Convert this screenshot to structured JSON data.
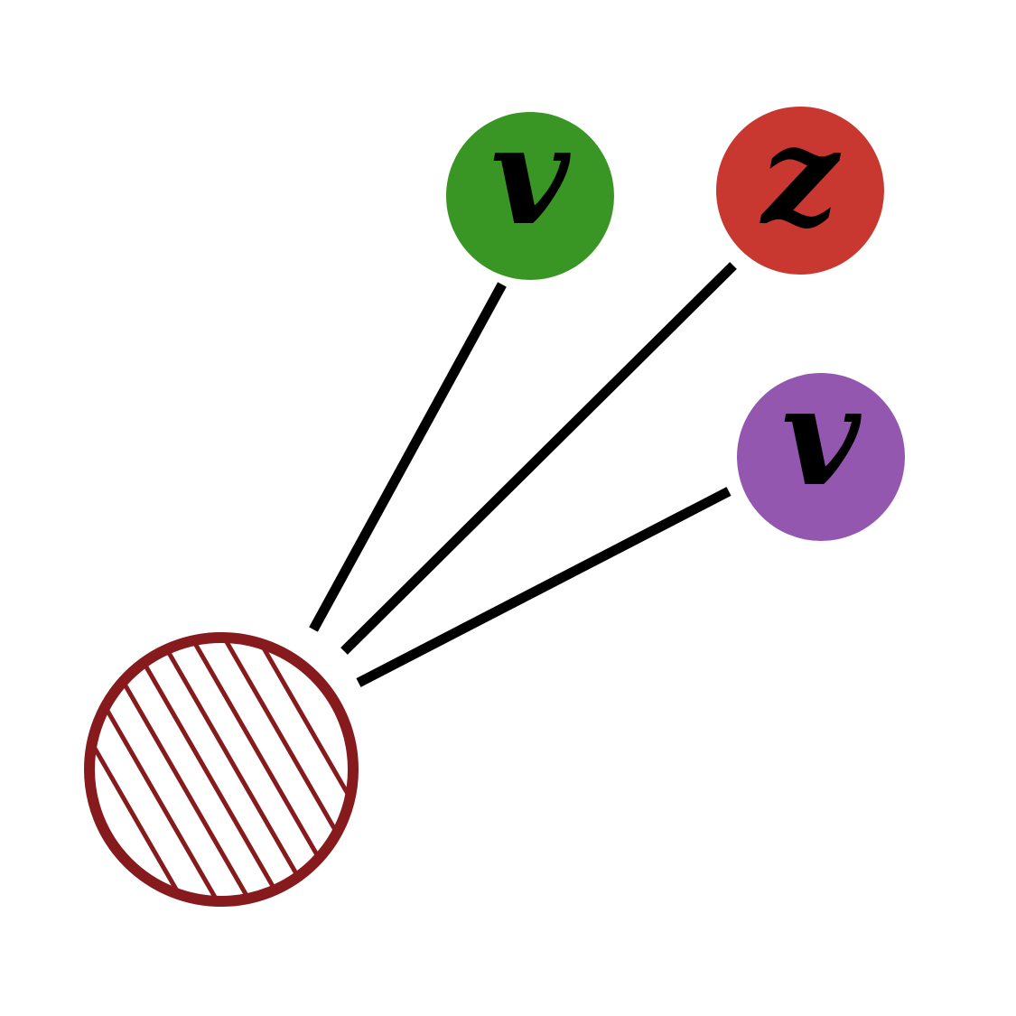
{
  "diagram": {
    "source": {
      "name": "hatched-blob",
      "stroke_color": "#861a1c",
      "fill_color": "#ffffff"
    },
    "nodes": [
      {
        "id": "node-green-v",
        "label": "v",
        "color": "#3a9624"
      },
      {
        "id": "node-red-z",
        "label": "z",
        "color": "#c83830"
      },
      {
        "id": "node-purple-v",
        "label": "v",
        "color": "#9357b0"
      }
    ],
    "edge_color": "#000000"
  }
}
